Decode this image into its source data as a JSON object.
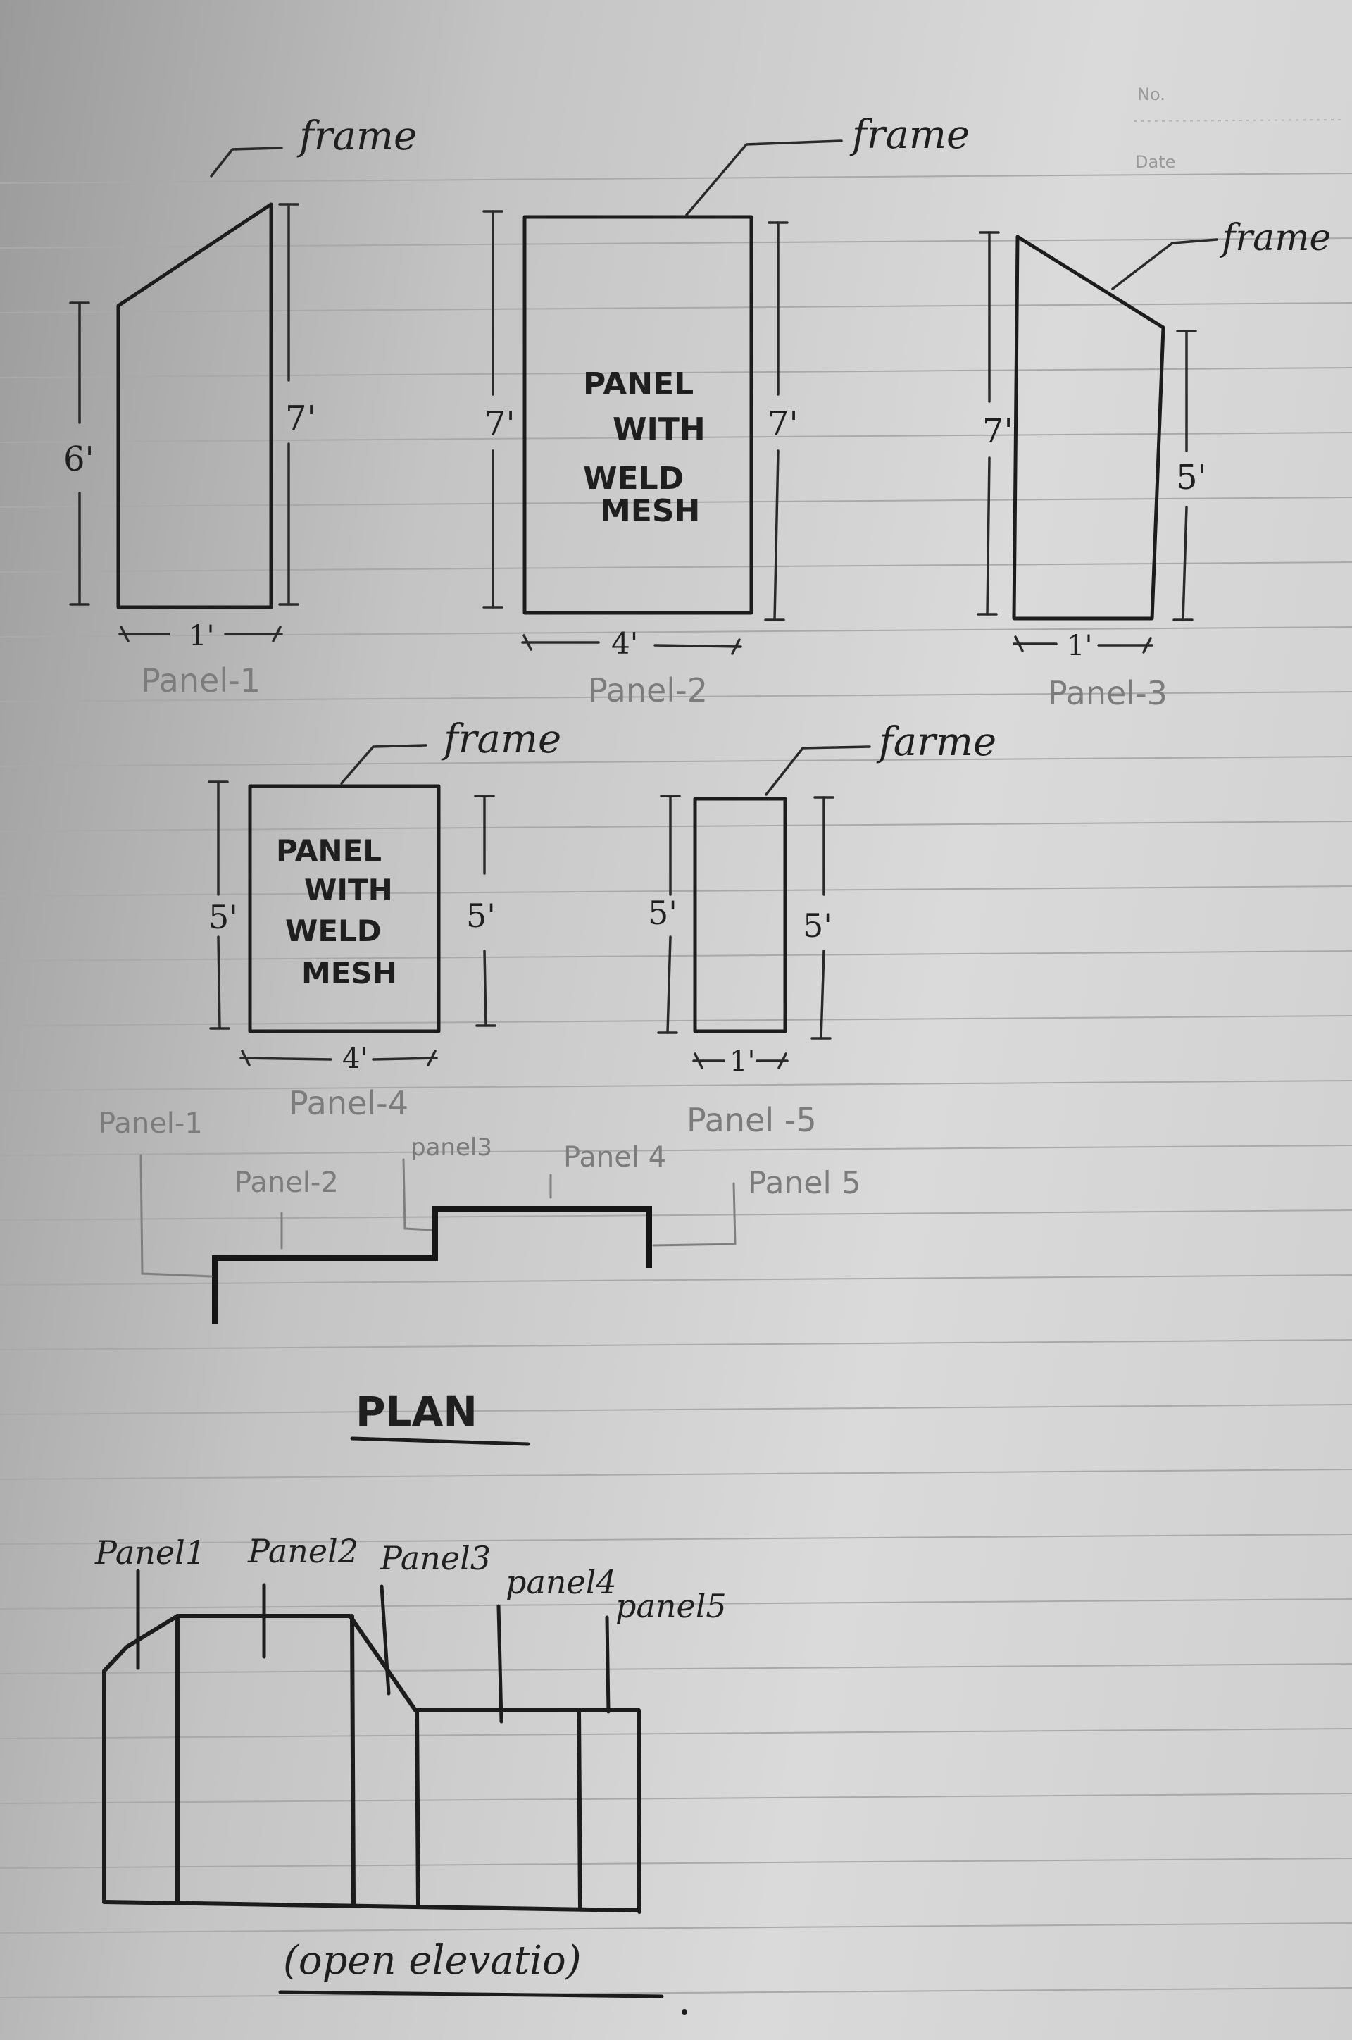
{
  "header": {
    "no_label": "No.",
    "date_label": "Date"
  },
  "panel1": {
    "frame_label": "frame",
    "dim_height_left": "6'",
    "dim_height_right": "7'",
    "dim_width": "1'",
    "caption": "Panel-1"
  },
  "panel2": {
    "frame_label": "frame",
    "dim_height_left": "7'",
    "dim_height_right": "7'",
    "dim_width": "4'",
    "caption": "Panel-2",
    "text_lines": [
      "PANEL",
      "WITH",
      "WELD",
      "MESH"
    ]
  },
  "panel3": {
    "frame_label": "frame",
    "dim_height_left": "7'",
    "dim_height_right": "5'",
    "dim_width": "1'",
    "caption": "Panel-3"
  },
  "panel4": {
    "frame_label": "frame",
    "dim_height_left": "5'",
    "dim_height_right": "5'",
    "dim_width": "4'",
    "caption": "Panel-4",
    "text_lines": [
      "PANEL",
      "WITH",
      "WELD",
      "MESH"
    ]
  },
  "panel5": {
    "frame_label": "farme",
    "dim_height_left": "5'",
    "dim_height_right": "5'",
    "dim_width": "1'",
    "caption": "Panel -5"
  },
  "plan": {
    "labels": [
      "Panel-1",
      "Panel-2",
      "panel3",
      "Panel 4",
      "Panel 5"
    ],
    "title": "PLAN"
  },
  "elevation": {
    "labels": [
      "Panel1",
      "Panel2",
      "Panel3",
      "panel4",
      "panel5"
    ],
    "caption": "(open elevatio)"
  }
}
